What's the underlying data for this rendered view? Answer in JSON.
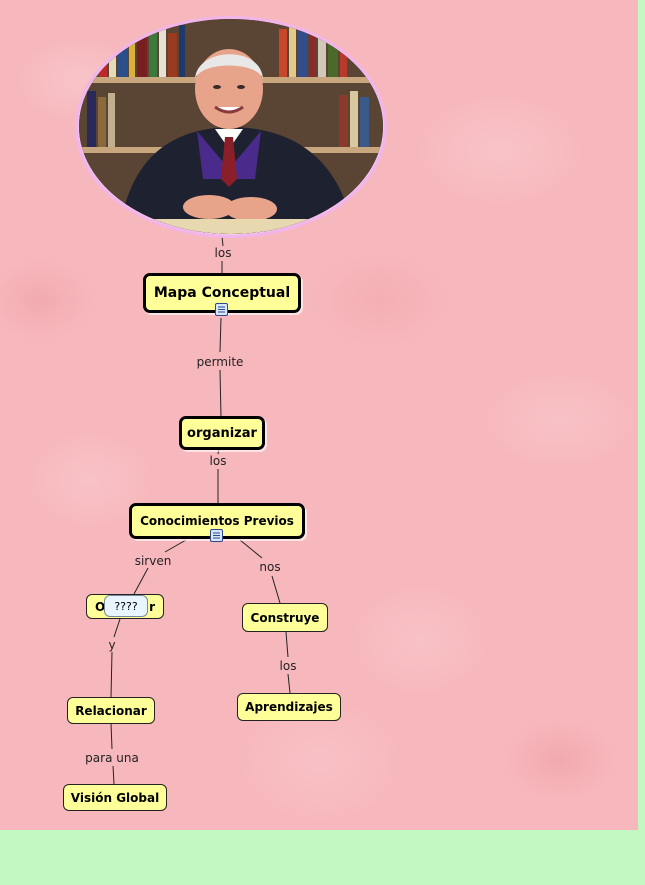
{
  "map": {
    "concepts": {
      "mapa_conceptual": "Mapa Conceptual",
      "organizar": "organizar",
      "conocimientos_previos": "Conocimientos Previos",
      "ordenar_hidden": "O",
      "ordenar_tail": "r",
      "construye": "Construye",
      "aprendizajes": "Aprendizajes",
      "relacionar": "Relacionar",
      "vision_global": "Visión Global"
    },
    "link_labels": {
      "los_top": "los",
      "permite": "permite",
      "los_mid": "los",
      "sirven": "sirven",
      "nos": "nos",
      "y": "y",
      "los_bottom": "los",
      "para_una": "para una"
    },
    "tooltip": "????"
  },
  "colors": {
    "concept_fill": "#ffff99",
    "background": "#f7b8bd",
    "page_margin": "#c3f8c3"
  }
}
